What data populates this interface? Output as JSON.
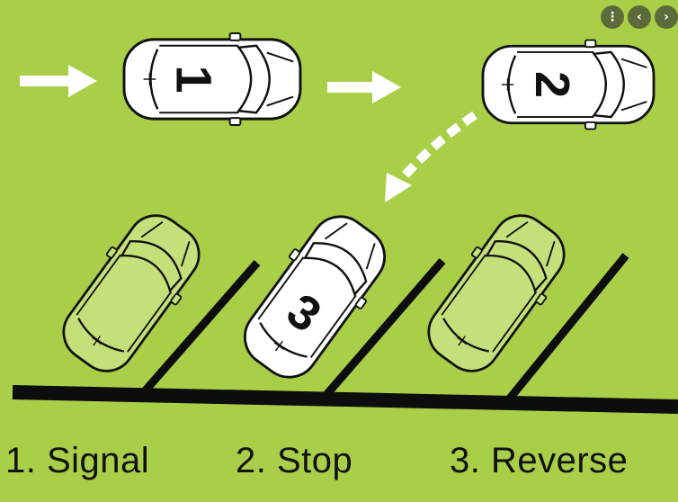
{
  "scene": {
    "background_color": "#a9cf48",
    "line_color": "#0d0d0d",
    "car_highlight_color": "#ffffff",
    "car_parked_color": "#c4e07a"
  },
  "cars": {
    "car_1_number": "1",
    "car_2_number": "2",
    "car_3_number": "3"
  },
  "steps": [
    {
      "label": "1. Signal"
    },
    {
      "label": "2. Stop"
    },
    {
      "label": "3. Reverse"
    }
  ],
  "controls": {
    "more_icon": "more-vertical-icon",
    "prev_icon": "chevron-left-icon",
    "next_icon": "chevron-right-icon",
    "more_glyph": "⋮",
    "prev_glyph": "‹",
    "next_glyph": "›"
  }
}
